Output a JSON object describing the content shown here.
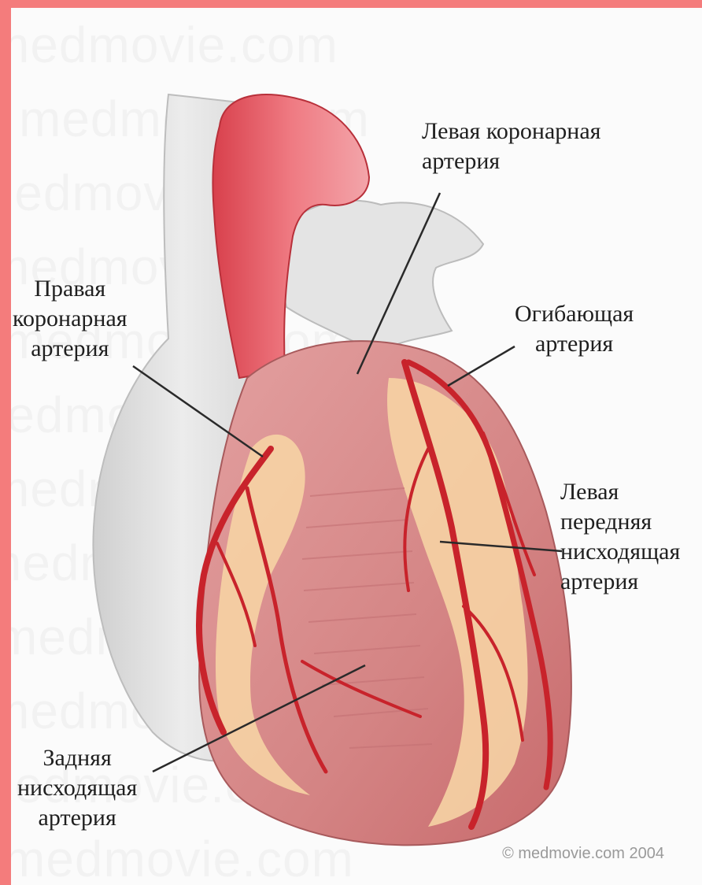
{
  "labels": {
    "left_coronary": {
      "line1": "Левая коронарная",
      "line2": "артерия"
    },
    "right_coronary": {
      "line1": "Правая",
      "line2": "коронарная",
      "line3": "артерия"
    },
    "circumflex": {
      "line1": "Огибающая",
      "line2": "артерия"
    },
    "left_anterior_descending": {
      "line1": "Левая",
      "line2": "передняя",
      "line3": "нисходящая",
      "line4": "артерия"
    },
    "posterior_descending": {
      "line1": "Задняя",
      "line2": "нисходящая",
      "line3": "артерия"
    }
  },
  "copyright": "© medmovie.com 2004",
  "watermark": "medmovie.com",
  "colors": {
    "frame": "#f47c7c",
    "background": "#fbfbfb",
    "myocardium": "#d98a8a",
    "fat": "#f6d3a4",
    "artery": "#c8232b",
    "aorta": "#e0505a",
    "vessel_gray": "#d9d9d9"
  }
}
